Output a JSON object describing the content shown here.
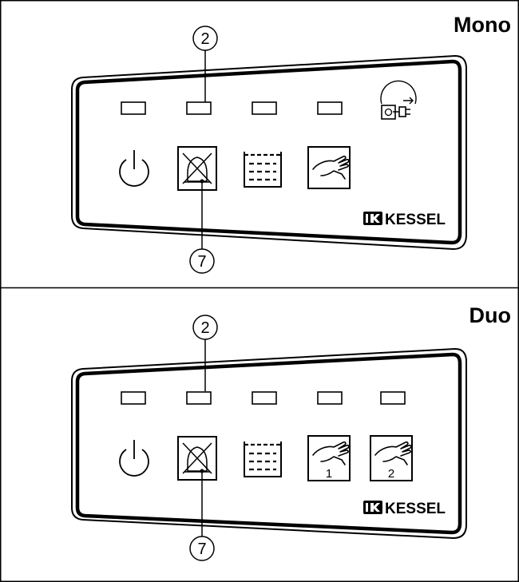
{
  "panels": [
    {
      "title": "Mono",
      "callout_top": "2",
      "callout_bottom": "7",
      "brand": "KESSEL",
      "led_count": 4,
      "buttons": [
        "power-icon",
        "alarm-mute-icon",
        "tank-level-icon",
        "manual-hand-icon"
      ],
      "button_numbers": [],
      "has_power_plug_icon": true
    },
    {
      "title": "Duo",
      "callout_top": "2",
      "callout_bottom": "7",
      "brand": "KESSEL",
      "led_count": 5,
      "buttons": [
        "power-icon",
        "alarm-mute-icon",
        "tank-level-icon",
        "manual-hand-icon",
        "manual-hand-icon"
      ],
      "button_numbers": [
        "1",
        "2"
      ],
      "has_power_plug_icon": false
    }
  ]
}
